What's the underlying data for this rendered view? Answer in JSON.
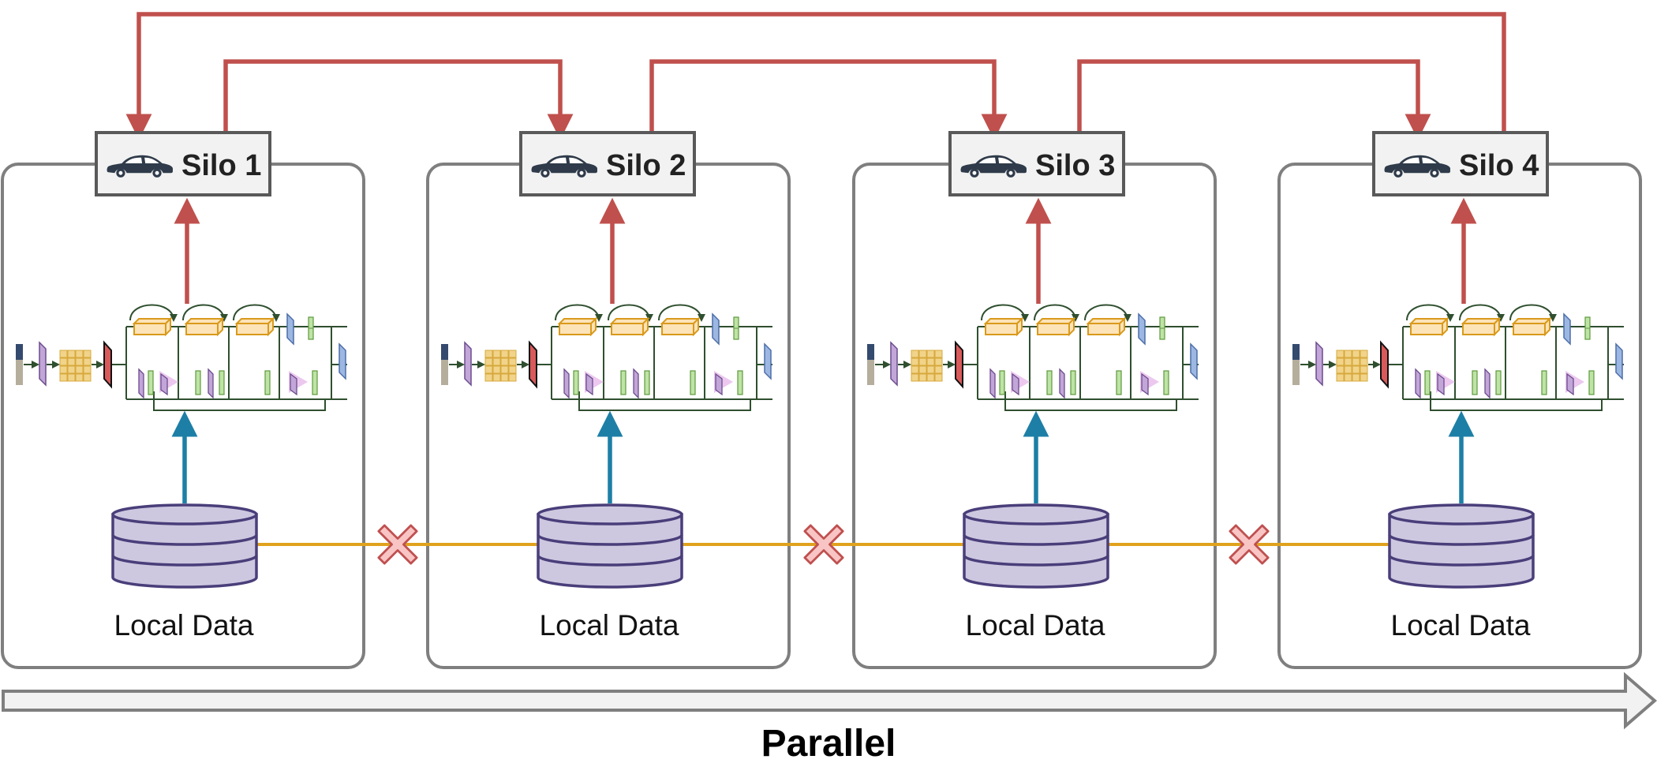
{
  "silos": [
    {
      "label": "Silo 1",
      "data_label": "Local Data"
    },
    {
      "label": "Silo 2",
      "data_label": "Local Data"
    },
    {
      "label": "Silo 3",
      "data_label": "Local Data"
    },
    {
      "label": "Silo 4",
      "data_label": "Local Data"
    }
  ],
  "footer": {
    "label": "Parallel"
  },
  "icons": {
    "silo": "car-icon",
    "storage": "database-icon",
    "blocked_link": "cross-icon",
    "model": "network-architecture-icon"
  },
  "colors": {
    "model_update": "#c0504d",
    "data_flow": "#1d7fa6",
    "data_link": "#e0a21e",
    "blocked": "#f4c0c0",
    "database_fill": "#cdc8e0",
    "database_stroke": "#4a3e7a",
    "panel_stroke": "#7f7f7f"
  }
}
